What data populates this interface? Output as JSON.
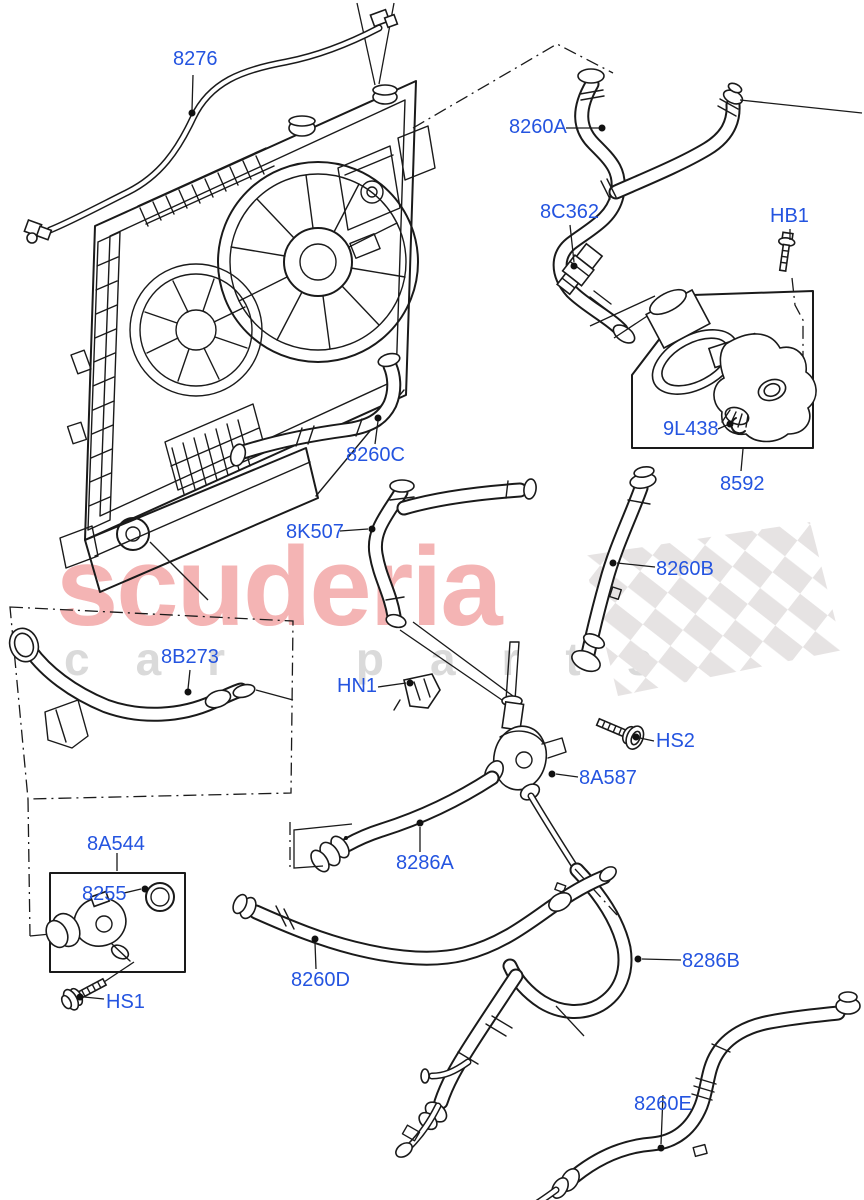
{
  "page": {
    "type": "parts-catalog-exploded-diagram",
    "subject": "engine cooling radiator and hoses"
  },
  "watermark": {
    "brand": "scuderia",
    "subtitle": "car parts",
    "flag": "checkered-flag",
    "brand_color": "#f4b4b4",
    "subtitle_color": "#dadada",
    "flag_color": "#e6e3e3"
  },
  "colors": {
    "label": "#2454e0",
    "line": "#1a1a1a",
    "background": "#ffffff"
  },
  "labels": {
    "l8276": "8276",
    "l8260A": "8260A",
    "l8C362": "8C362",
    "lHB1": "HB1",
    "l9L438": "9L438",
    "l8592": "8592",
    "l8260C": "8260C",
    "l8K507": "8K507",
    "l8260B": "8260B",
    "l8B273": "8B273",
    "lHN1": "HN1",
    "lHS2": "HS2",
    "l8A587": "8A587",
    "l8286A": "8286A",
    "l8A544": "8A544",
    "l8255": "8255",
    "lHS1": "HS1",
    "l8260D": "8260D",
    "l8286B": "8286B",
    "l8260E": "8260E"
  }
}
